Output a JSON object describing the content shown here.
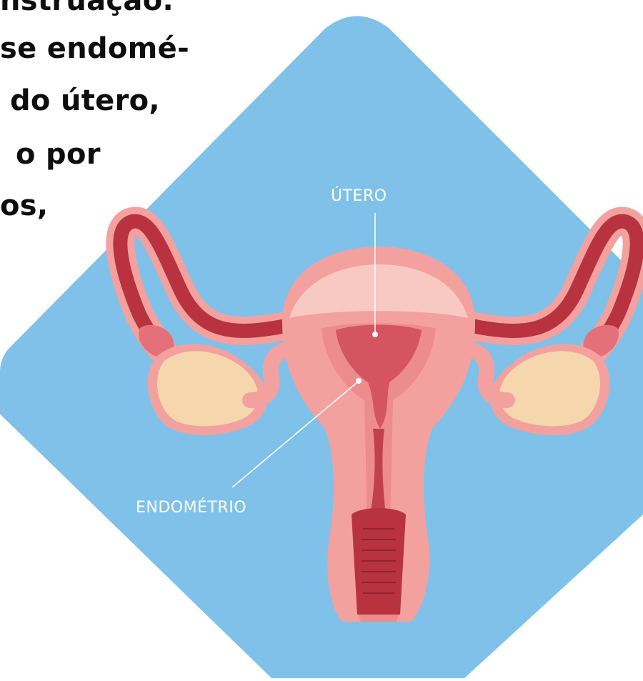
{
  "text_lines": [
    "nstruação.",
    "se endomé-",
    "do útero,",
    "o por",
    "os,"
  ],
  "labels": {
    "utero": "ÚTERO",
    "endometrio": "ENDOMÉTRIO"
  },
  "colors": {
    "background_shape": "#7fc1e8",
    "tissue_outer": "#f3a19f",
    "tissue_inner": "#e4707a",
    "tube_dark": "#b8323f",
    "ovary": "#f6d6ad",
    "fundus_highlight": "#f8c9c3",
    "cavity": "#d4555f",
    "text": "#0e0e0e",
    "label_text": "#ffffff"
  }
}
